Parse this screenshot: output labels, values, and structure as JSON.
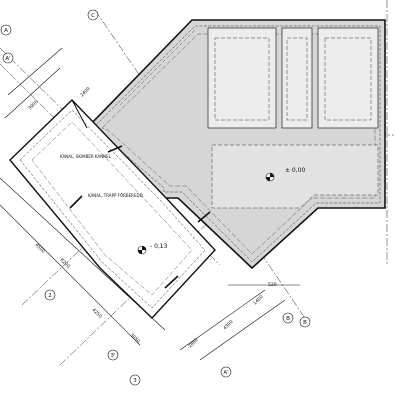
{
  "drawing": {
    "grid_labels": {
      "A": "A",
      "A_prime": "A'",
      "C": "C",
      "two": "2",
      "three": "3",
      "three_prime": "3'",
      "B": "B",
      "B_bottom": "B",
      "A_bottom": "A'"
    },
    "dimensions": {
      "d_3900": "3900",
      "d_2400": "2400",
      "d_4500": "4500",
      "d_8200": "8200",
      "d_4250": "4250",
      "d_3050": "3050",
      "d_1400": "1400",
      "d_4300": "4300",
      "d_2880": "2880",
      "d_520": "520"
    },
    "annotations": {
      "kanal_1": "KANAL, SKIMBER KANNEL",
      "kanal_2": "KANAL, TRAPP FÖRBEREDD"
    },
    "levels": {
      "right": "± 0,00",
      "left": "- 0,13"
    }
  }
}
